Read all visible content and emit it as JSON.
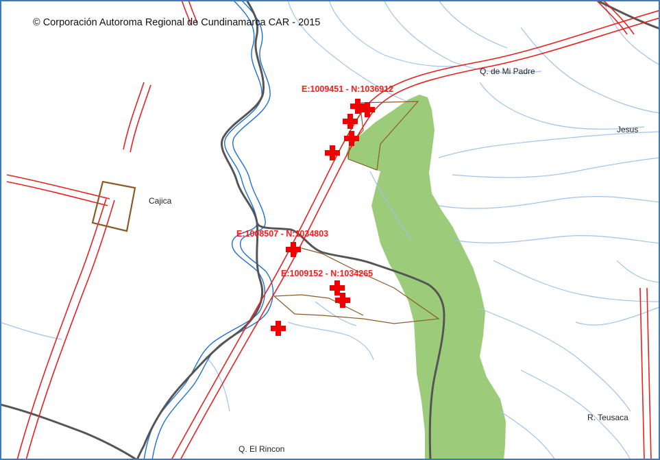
{
  "map": {
    "copyright": "© Corporación Autoroma Regional de Cundinamarca CAR - 2015",
    "places": {
      "q_de_mi_padre": "Q. de Mi Padre",
      "jesus": "Jesus",
      "cajica": "Cajica",
      "r_teusaca": "R. Teusaca",
      "q_el_rincon": "Q. El Rincon"
    },
    "coordinates": {
      "c1": "E:1009451 - N:1036912",
      "c2": "E:1008507 - N:1034803",
      "c3": "E:1009152 - N:1034265"
    },
    "colors": {
      "background": "#ffffff",
      "frame": "#3c78c8",
      "river": "#1a6fd6",
      "stream": "#9fc3ea",
      "road": "#e82020",
      "boundary": "#555555",
      "forest": "#9ccc7a",
      "parcel": "#8a5a24",
      "marker": "#f00000",
      "coord_text": "#ff1a1a",
      "label_text": "#222222"
    },
    "marker_icon": "red-cross-icon"
  }
}
